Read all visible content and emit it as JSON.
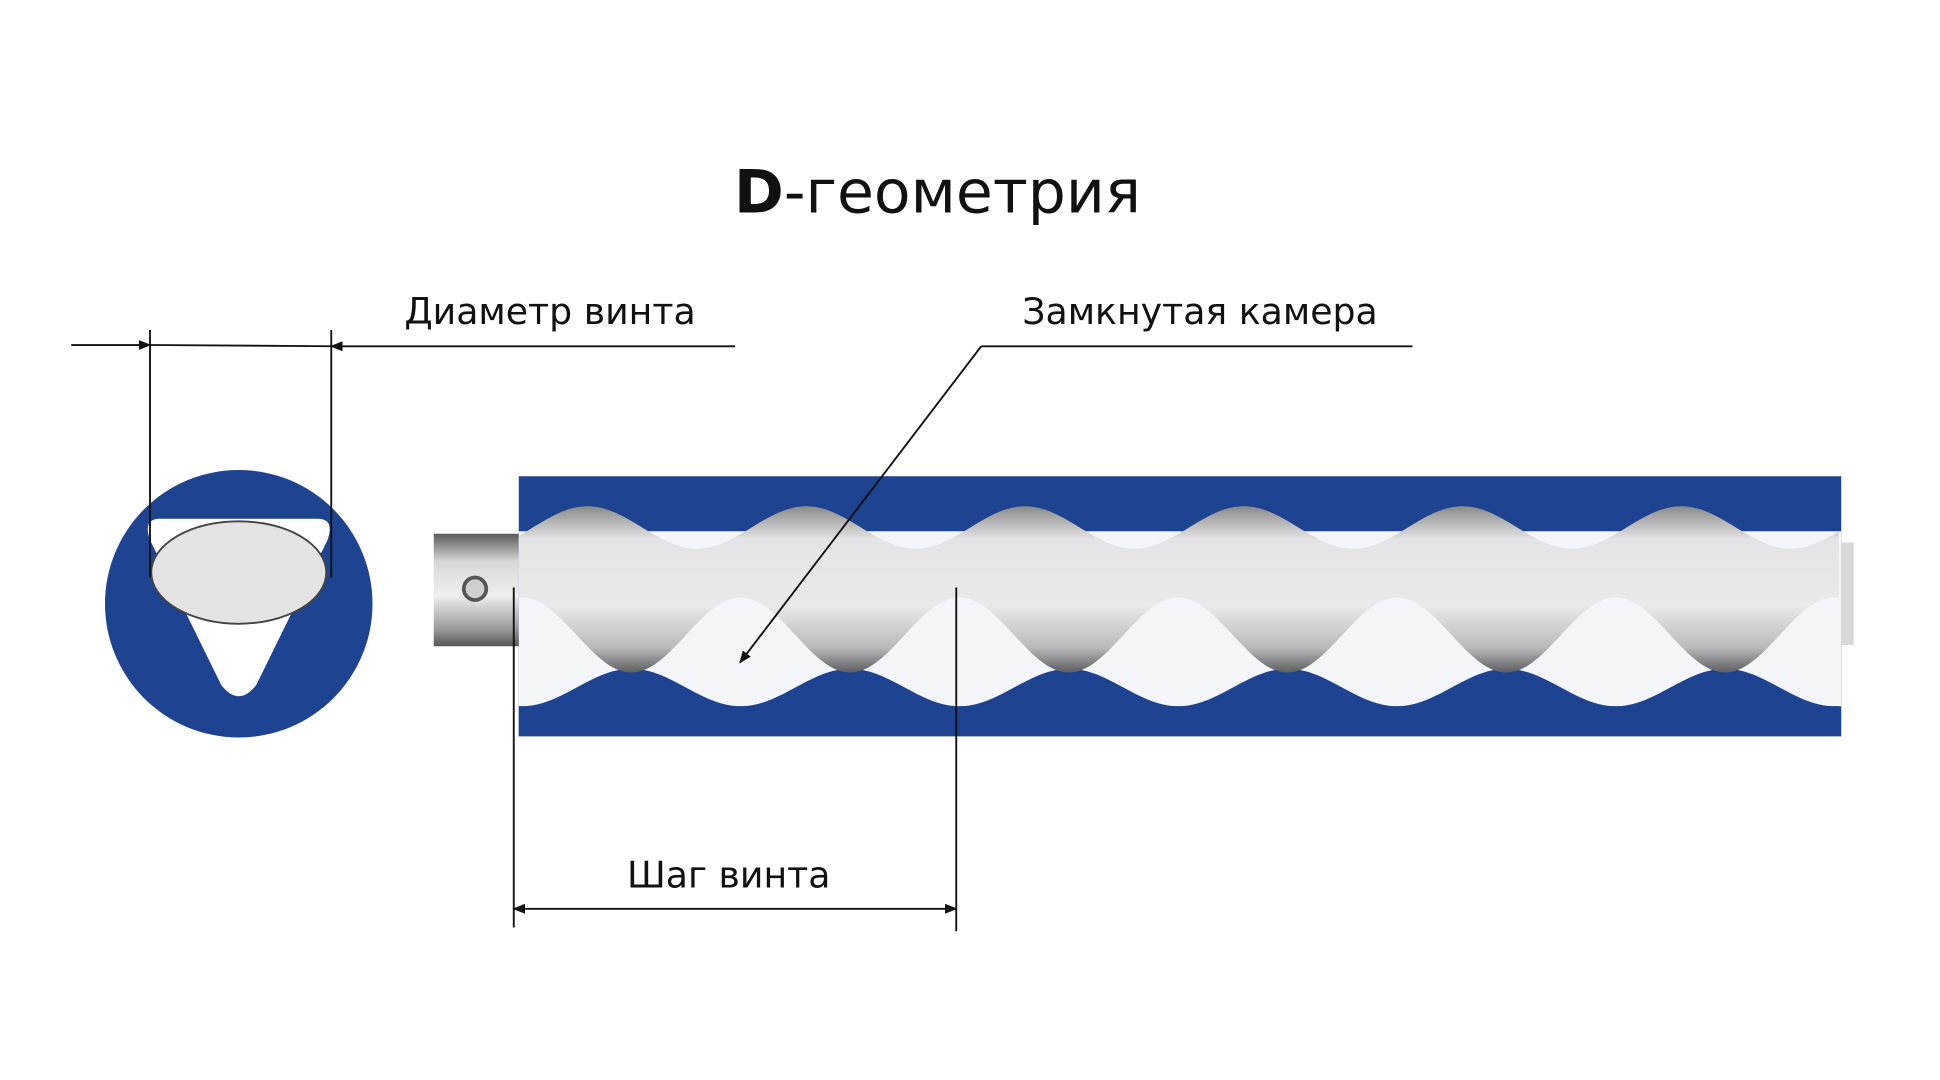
{
  "title": {
    "bold": "D",
    "rest": "-геометрия"
  },
  "labels": {
    "diameter": "Диаметр винта",
    "chamber": "Замкнутая камера",
    "pitch": "Шаг винта"
  },
  "colors": {
    "stator": "#1e4391",
    "rotor": "#e2e3e5",
    "line": "#111111"
  }
}
